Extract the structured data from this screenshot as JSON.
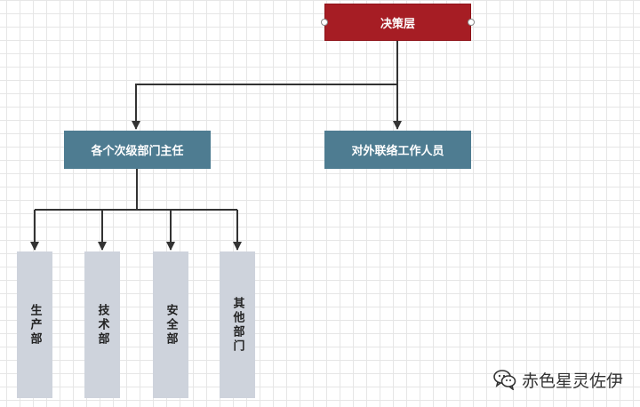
{
  "diagram": {
    "nodes": {
      "top": {
        "label": "决策层",
        "color": "#a61d24"
      },
      "mid_left": {
        "label": "各个次级部门主任",
        "color": "#4e7c91"
      },
      "mid_right": {
        "label": "对外联络工作人员",
        "color": "#4e7c91"
      },
      "leaves": [
        {
          "label": "生产部"
        },
        {
          "label": "技术部"
        },
        {
          "label": "安全部"
        },
        {
          "label": "其他部门"
        }
      ],
      "leaf_color": "#ced3dc"
    },
    "edges": [
      {
        "from": "top",
        "to": "mid_left"
      },
      {
        "from": "top",
        "to": "mid_right"
      },
      {
        "from": "mid_left",
        "to": "leaf-0"
      },
      {
        "from": "mid_left",
        "to": "leaf-1"
      },
      {
        "from": "mid_left",
        "to": "leaf-2"
      },
      {
        "from": "mid_left",
        "to": "leaf-3"
      }
    ],
    "grid": true
  },
  "watermark": {
    "icon": "wechat-icon",
    "text": "赤色星灵佐伊"
  }
}
